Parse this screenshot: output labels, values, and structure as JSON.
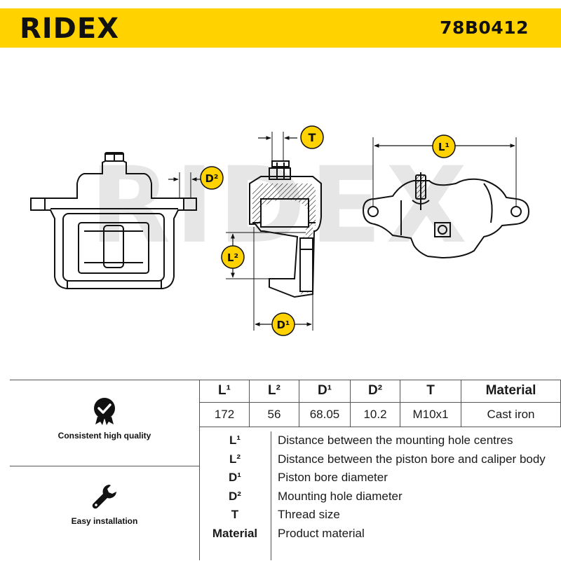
{
  "brand": {
    "name": "RIDEX",
    "accent": "#ffd200"
  },
  "header": {
    "article_number": "78B0412"
  },
  "drawing": {
    "watermark": "RIDEX",
    "callouts": {
      "d2": "D²",
      "t": "T",
      "l1": "L¹",
      "l2": "L²",
      "d1": "D¹"
    }
  },
  "features": [
    {
      "icon": "seal-check-icon",
      "label": "Consistent high quality"
    },
    {
      "icon": "wrench-icon",
      "label": "Easy installation"
    }
  ],
  "spec_table": {
    "headers": [
      "L¹",
      "L²",
      "D¹",
      "D²",
      "T",
      "Material"
    ],
    "values": [
      "172",
      "56",
      "68.05",
      "10.2",
      "M10x1",
      "Cast iron"
    ]
  },
  "legend": [
    {
      "key": "L¹",
      "desc": "Distance between the mounting hole centres"
    },
    {
      "key": "L²",
      "desc": "Distance between the piston bore and caliper body"
    },
    {
      "key": "D¹",
      "desc": "Piston bore diameter"
    },
    {
      "key": "D²",
      "desc": "Mounting hole diameter"
    },
    {
      "key": "T",
      "desc": "Thread size"
    },
    {
      "key": "Material",
      "desc": "Product material"
    }
  ]
}
